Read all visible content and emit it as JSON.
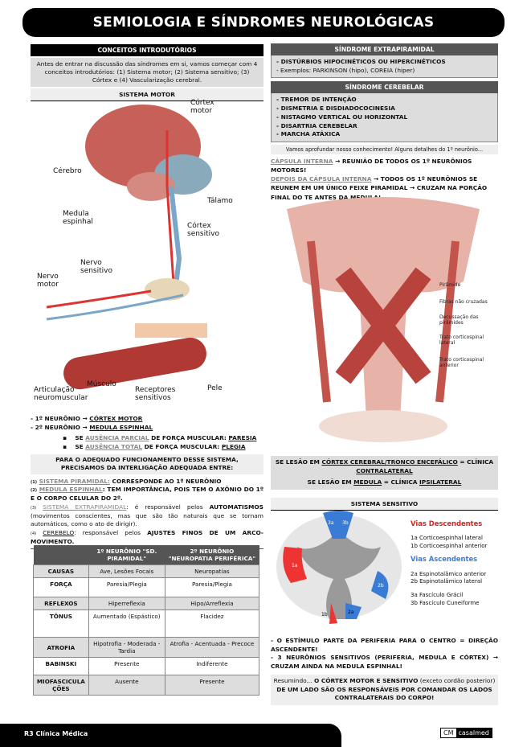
{
  "title": "SEMIOLOGIA E SÍNDROMES NEUROLÓGICAS",
  "left": {
    "intro_header": "CONCEITOS INTRODUTÓRIOS",
    "intro_text": "Antes de entrar na discussão das síndromes em si, vamos começar com 4 conceitos introdutórios: (1) Sistema motor; (2) Sistema sensitivo; (3) Córtex e (4) Vascularização cerebral.",
    "motor_header": "SISTEMA MOTOR",
    "figure_labels": [
      "Córtex motor",
      "Cérebro",
      "Tálamo",
      "Medula espinhal",
      "Córtex sensitivo",
      "Nervo sensitivo",
      "Nervo motor",
      "Músculo",
      "Articulação neuromuscular",
      "Receptores sensitivos",
      "Pele"
    ],
    "neurons": [
      {
        "prefix": "- 1º NEURÔNIO → ",
        "target": "CÓRTEX MOTOR"
      },
      {
        "prefix": "- 2º NEURÔNIO → ",
        "target": "MEDULA ESPINHAL"
      }
    ],
    "bullets": [
      {
        "pre": "SE ",
        "hl": "AUSÊNCIA PARCIAL",
        "mid": " DE FORÇA MUSCULAR: ",
        "res": "PARESIA"
      },
      {
        "pre": "SE ",
        "hl": "AUSÊNCIA TOTAL",
        "mid": " DE FORÇA MUSCULAR: ",
        "res": "PLEGIA"
      }
    ],
    "func_header": "PARA O ADEQUADO FUNCIONAMENTO DESSE SISTEMA, PRECISAMOS DA INTERLIGAÇÃO ADEQUADA ENTRE:",
    "items": [
      {
        "n": "(1)",
        "t": "SISTEMA PIRAMIDAL:",
        "d": " CORRESPONDE AO 1º NEURÔNIO"
      },
      {
        "n": "(2)",
        "t": "MEDULA ESPINHAL",
        "d": ": TEM IMPORTÂNCIA, POIS TEM O AXÔNIO DO 1º E O CORPO CELULAR DO 2º."
      },
      {
        "n": "(3)",
        "t": "SISTEMA EXTRAPIRAMIDAL",
        "d": ": é responsável pelos ",
        "b": "AUTOMATISMOS",
        "e": " (movimentos conscientes, mas que são tão naturais que se tornam automáticos, como o ato de dirigir)."
      },
      {
        "n": "(4)",
        "t": "CEREBELO",
        "d": ": responsável pelos ",
        "b": "AJUSTES FINOS DE UM ARCO-MOVIMENTO."
      }
    ],
    "table": {
      "headers": [
        "",
        "1º NEURÔNIO \"SD. PIRAMIDAL\"",
        "2º NEURÔNIO \"NEUROPATIA PERIFÉRICA\""
      ],
      "rows": [
        [
          "CAUSAS",
          "Ave, Lesões Focais",
          "Neuropatias"
        ],
        [
          "FORÇA",
          "Paresia/Plegia",
          "Paresia/Plegia"
        ],
        [
          "REFLEXOS",
          "Hiperreflexia",
          "Hipo/Arreflexia"
        ],
        [
          "TÔNUS",
          "Aumentado (Espástico)",
          "Flacidez"
        ],
        [
          "ATROFIA",
          "Hipotrofia - Moderada - Tardia",
          "Atrofia - Acentuada - Precoce"
        ],
        [
          "BABINSKI",
          "Presente",
          "Indiferente"
        ],
        [
          "MIOFASCICULAÇÕES",
          "Ausente",
          "Presente"
        ]
      ]
    }
  },
  "right": {
    "extra_header": "SÍNDROME EXTRAPIRAMIDAL",
    "extra_items": [
      "- DISTÚRBIOS HIPOCINÉTICOS OU HIPERCINÉTICOS",
      "- Exemplos: PARKINSON (hipo), COREIA (hiper)"
    ],
    "cereb_header": "SÍNDROME CEREBELAR",
    "cereb_items": [
      "- TREMOR DE INTENÇÃO",
      "- DISMETRIA E DISDIADOCOCINESIA",
      "- NISTAGMO VERTICAL OU HORIZONTAL",
      "- DISARTRIA CEREBELAR",
      "- MARCHA ATÁXICA"
    ],
    "deepen": "Vamos aprofundar nosso conhecimento! Alguns detalhes do 1º neurônio...",
    "capsula1": {
      "hl": "CÁPSULA INTERNA",
      "t": " → REUNIÃO DE TODOS OS 1º NEURÔNIOS MOTORES!"
    },
    "capsula2": {
      "hl": "DEPOIS DA CÁPSULA INTERNA",
      "t": " → TODOS OS 1º NEURÔNIOS SE REUNEM EM UM ÚNICO FEIXE PIRAMIDAL → CRUZAM NA PORÇÃO FINAL DO TE ANTES DA MEDULA!"
    },
    "pyramid_labels": [
      "Pirâmide",
      "Fibras não cruzadas",
      "Decussação das pirâmides",
      "Trato corticospinal lateral",
      "Trato corticospinal anterior"
    ],
    "lesion1": {
      "a": "SE LESÃO EM ",
      "u": "CÓRTEX CEREBRAL/TRONCO ENCEFÁLICO",
      "b": " = CLÍNICA ",
      "c": "CONTRALATERAL"
    },
    "lesion2": {
      "a": "SE LESÃO EM ",
      "u": "MEDULA",
      "b": " = CLÍNICA ",
      "c": "IPSILATERAL"
    },
    "sens_header": "SISTEMA SENSITIVO",
    "legend": {
      "desc_title": "Vias Descendentes",
      "desc": [
        "1a Corticoespinhal lateral",
        "1b Corticoespinhal anterior"
      ],
      "asc_title": "Vias Ascendentes",
      "asc": [
        "2a Espinotalâmico anterior",
        "2b Espinotalâmico lateral"
      ],
      "fasc": [
        "3a Fascículo Grácil",
        "3b Fascículo Cuneiforme"
      ],
      "desc_color": "#e02020",
      "asc_color": "#3a7bd5"
    },
    "cord_labels": [
      "1a",
      "1b",
      "2a",
      "2b",
      "3a",
      "3b"
    ],
    "sens_points": [
      "- O ESTÍMULO PARTE DA PERIFERIA PARA O CENTRO = DIREÇÃO ASCENDENTE!",
      "- 3 NEURÔNIOS SENSITIVOS (PERIFERIA, MEDULA E CÓRTEX) → CRUZAM AINDA NA MEDULA ESPINHAL!"
    ],
    "summary": {
      "a": "Resumindo... ",
      "b": "O CÓRTEX MOTOR E SENSITIVO",
      "c": " (exceto cordão posterior) ",
      "d": "DE UM LADO SÃO OS RESPONSÁVEIS POR COMANDAR OS LADOS CONTRALATERAIS DO CORPO!"
    }
  },
  "footer": {
    "label": "R3 Clínica Médica",
    "logo_cm": "CM",
    "logo_text": "casalmed"
  }
}
